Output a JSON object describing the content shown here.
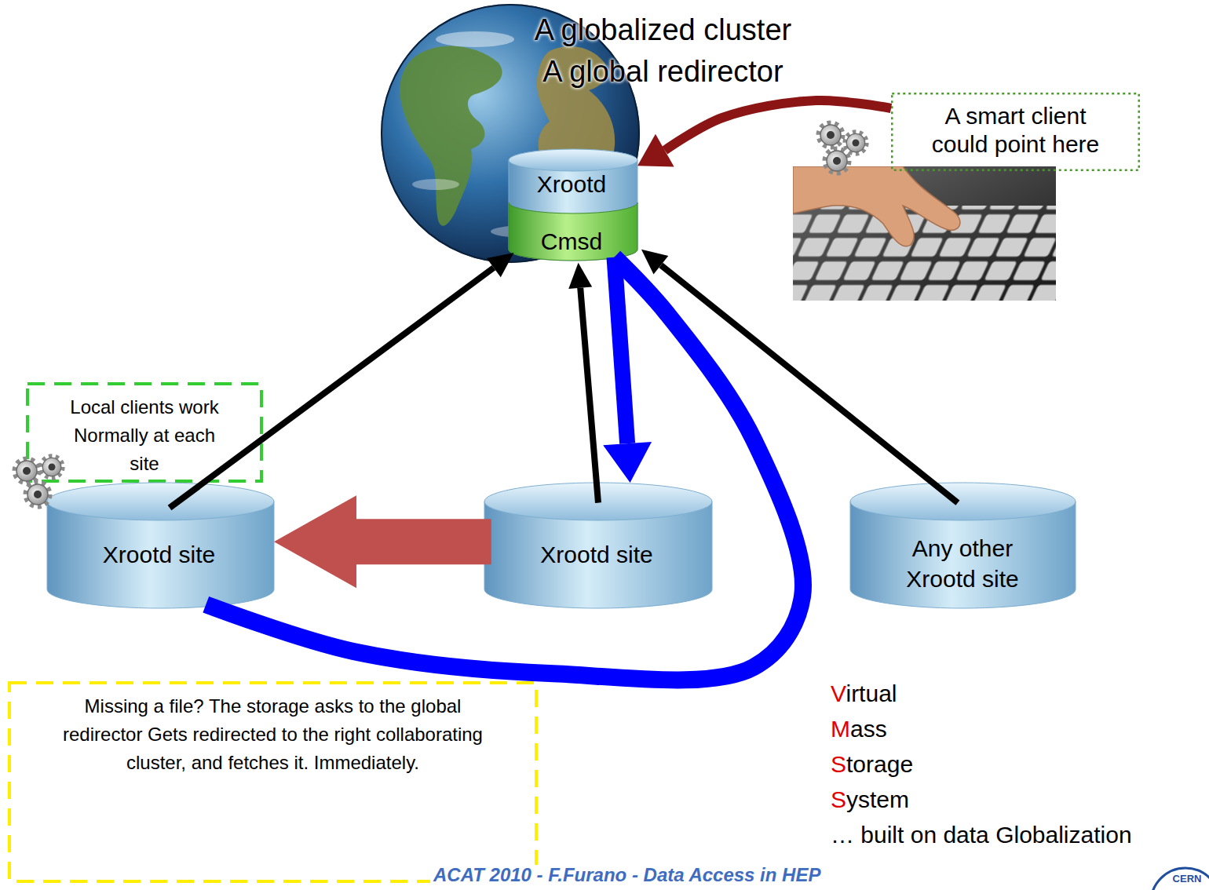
{
  "diagram": {
    "nodes": [
      {
        "text": [
          "A globalized cluster A global redirector"
        ]
      },
      {
        "text": [
          "Xrootd",
          "Cmsd"
        ],
        "in": 0
      },
      {
        "text": [
          "A smart client could point here"
        ]
      },
      {
        "text": [
          "Local clients work Normally at each site"
        ]
      },
      {
        "text": [
          "Xrootd site"
        ]
      },
      {
        "text": [
          "Xrootd site"
        ]
      },
      {
        "text": [
          "Any other Xrootd site"
        ]
      },
      {
        "text": [
          "Missing a file? The storage asks to the global redirector Gets redirected to the right collaborating cluster, and fetches it. Immediately."
        ]
      }
    ],
    "edges": [
      {
        "from": 4,
        "to": 1,
        "arrow": "to"
      },
      {
        "from": 5,
        "to": 1,
        "arrow": "to"
      },
      {
        "from": 6,
        "to": 1,
        "arrow": "to"
      },
      {
        "from": 2,
        "to": 1,
        "arrow": "to"
      },
      {
        "from": 4,
        "to": 1,
        "arrow": "none"
      },
      {
        "from": 1,
        "to": 5,
        "arrow": "to"
      },
      {
        "from": 5,
        "to": 4,
        "arrow": "to"
      }
    ],
    "labels": [
      "Virtual",
      "Mass",
      "Storage",
      "System",
      "… built on data Globalization",
      "ACAT 2010 - F.Furano - Data Access in HEP",
      "CERN"
    ]
  }
}
